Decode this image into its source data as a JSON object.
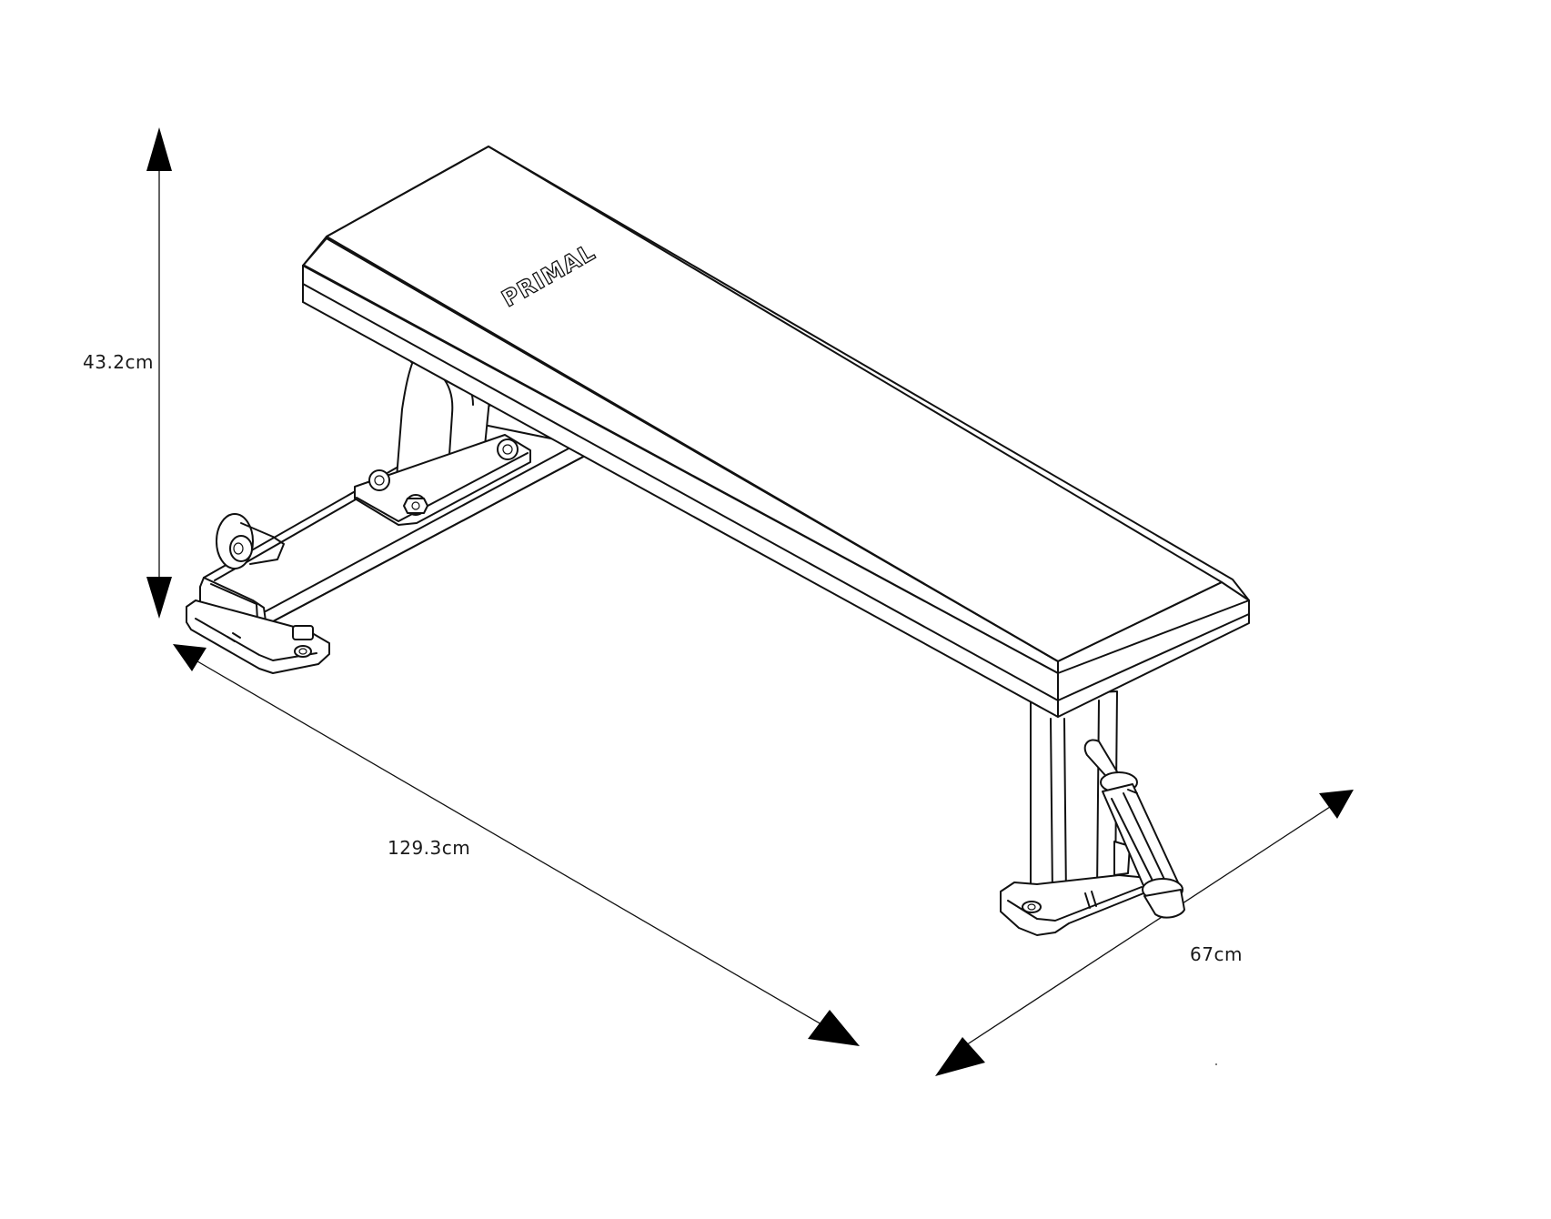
{
  "dimensions": {
    "height": "43.2cm",
    "length": "129.3cm",
    "width": "67cm"
  },
  "product": {
    "brand": "PRIMAL"
  },
  "colors": {
    "line": "#111111",
    "background": "#ffffff"
  }
}
